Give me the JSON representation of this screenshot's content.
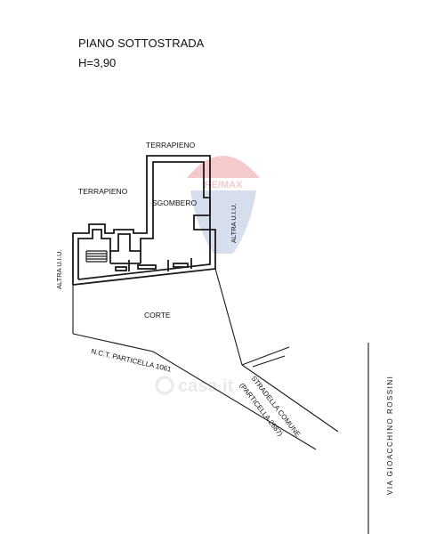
{
  "header": {
    "title": "PIANO SOTTOSTRADA",
    "height": "H=3,90"
  },
  "labels": {
    "terrapieno_top": "TERRAPIENO",
    "terrapieno_left": "TERRAPIENO",
    "sgombero": "SGOMBERO",
    "altra_uiu_left": "ALTRA U.I.U.",
    "altra_uiu_right": "ALTRA U.I.U.",
    "corte": "CORTE",
    "particella": "N.C.T. PARTICELLA 1061",
    "stradella_1": "STRADELLA COMUNE",
    "stradella_2": "(PARTICELLA 2687)",
    "via": "VIA GIOACCHINO ROSSINI"
  },
  "watermarks": {
    "remax": "RE/MAX",
    "casa": "casa.it"
  },
  "colors": {
    "remax_red": "#d9434f",
    "remax_blue": "#6f8cc6",
    "line": "#1a1a1a"
  }
}
